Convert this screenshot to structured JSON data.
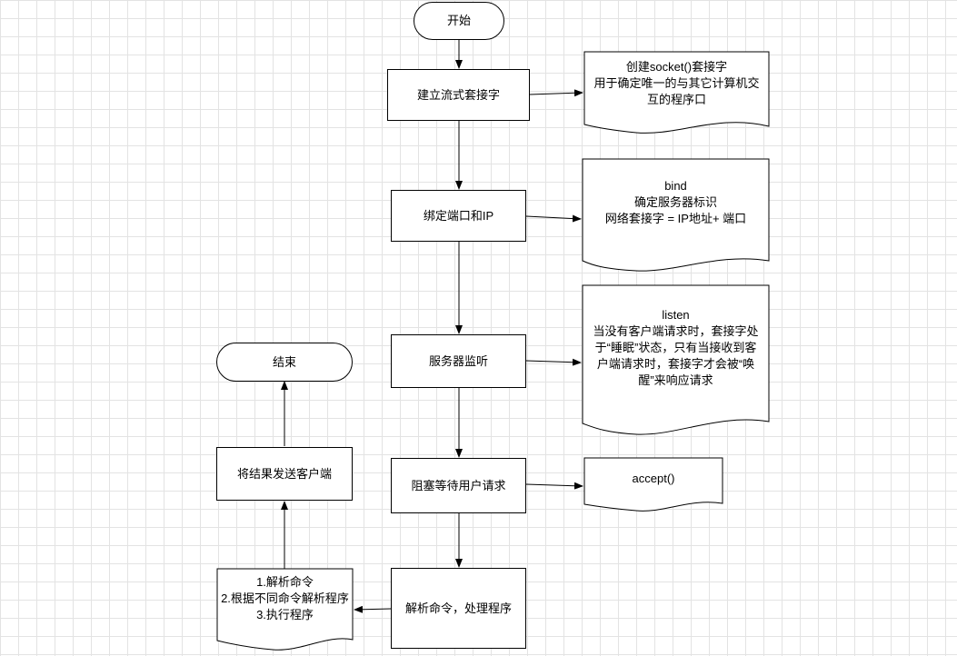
{
  "nodes": {
    "start": "开始",
    "create_socket": "建立流式套接字",
    "bind_port_ip": "绑定端口和IP",
    "server_listen": "服务器监听",
    "block_wait": "阻塞等待用户请求",
    "parse_process": "解析命令，处理程序",
    "send_result": "将结果发送客户端",
    "end": "结束"
  },
  "notes": {
    "socket_note": "创建socket()套接字\n用于确定唯一的与其它计算机交\n互的程序口",
    "bind_note": "bind\n确定服务器标识\n网络套接字 = IP地址+ 端口",
    "listen_note": "listen\n当没有客户端请求时，套接字处\n于“睡眠”状态，只有当接收到客\n户端请求时，套接字才会被“唤\n醒”来响应请求",
    "accept_note": "accept()",
    "exec_note": "1.解析命令\n2.根据不同命令解析程序\n3.执行程序"
  }
}
